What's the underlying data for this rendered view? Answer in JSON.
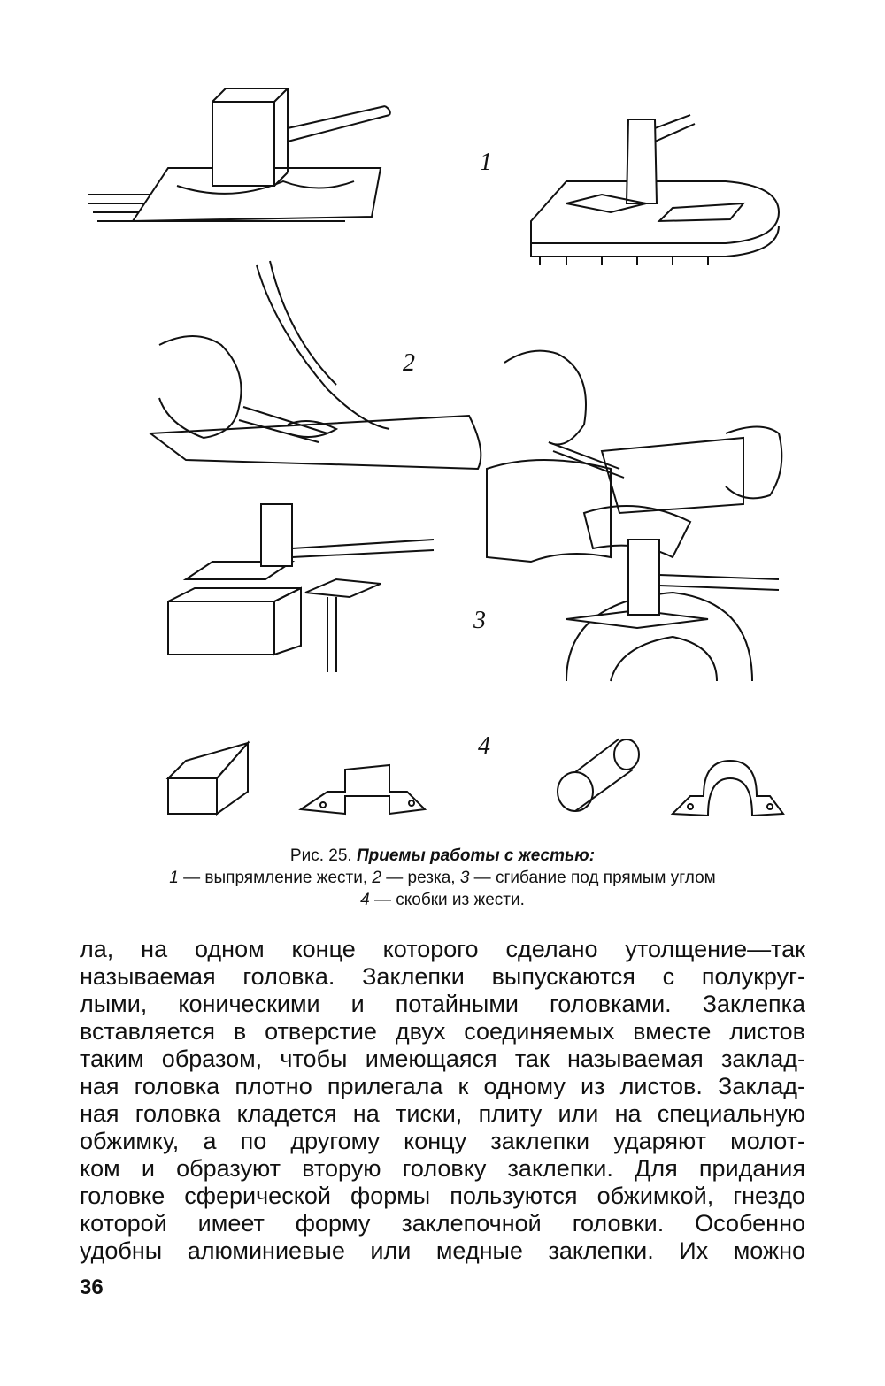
{
  "figure": {
    "labels": [
      "1",
      "2",
      "3",
      "4"
    ]
  },
  "caption": {
    "prefix": "Рис. 25.",
    "title": "Приемы работы с жестью:",
    "line2": [
      {
        "num": "1",
        "text": " — выпрямление жести, "
      },
      {
        "num": "2",
        "text": " — резка, "
      },
      {
        "num": "3",
        "text": " — сгибание под прямым углом"
      }
    ],
    "line3": {
      "num": "4",
      "text": " — скобки из жести."
    }
  },
  "body": {
    "lines": [
      "ла, на одном конце которого сделано утолщение—так",
      "называемая головка. Заклепки выпускаются с полукруг-",
      "лыми, коническими и потайными головками. Заклепка",
      "вставляется в отверстие двух соединяемых вместе листов",
      "таким образом, чтобы имеющаяся так называемая заклад-",
      "ная головка плотно прилегала к одному из листов. Заклад-",
      "ная головка кладется на тиски, плиту или на специальную",
      "обжимку, а по другому концу заклепки ударяют молот-",
      "ком и образуют вторую головку заклепки. Для придания",
      "головке сферической формы пользуются обжимкой, гнездо",
      "которой имеет форму заклепочной головки. Особенно",
      "удобны алюминиевые или медные заклепки. Их можно"
    ]
  },
  "page_number": "36"
}
